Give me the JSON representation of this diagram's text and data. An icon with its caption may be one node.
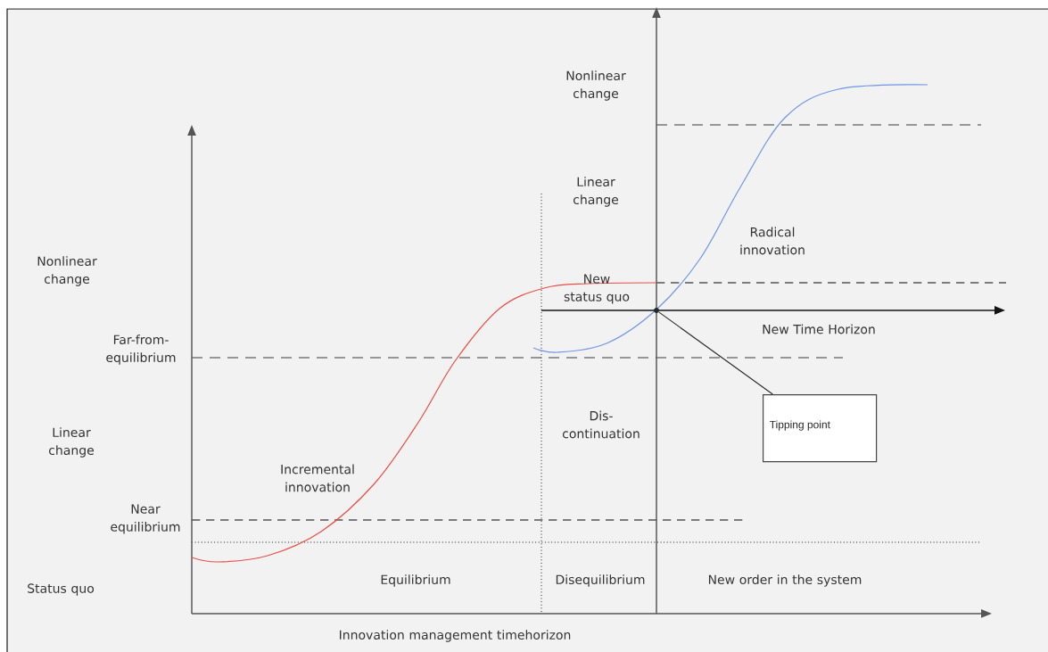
{
  "diagram": {
    "nodes": [
      {
        "text": [
          "Tipping point"
        ]
      },
      {
        "text": [],
        "shape": "point"
      }
    ],
    "edges": [
      {
        "from": 0,
        "to": 1,
        "arrow": "none"
      }
    ],
    "labels": [
      "Nonlinear change",
      "Linear change",
      "Radical innovation",
      "Nonlinear change",
      "New status quo",
      "New Time Horizon",
      "Far-from- equilibrium",
      "Dis- continuation",
      "Linear change",
      "Incremental innovation",
      "Near equilibrium",
      "Status quo",
      "Equilibrium",
      "Disequilibrium",
      "New order in the system",
      "Innovation management timehorizon"
    ]
  }
}
